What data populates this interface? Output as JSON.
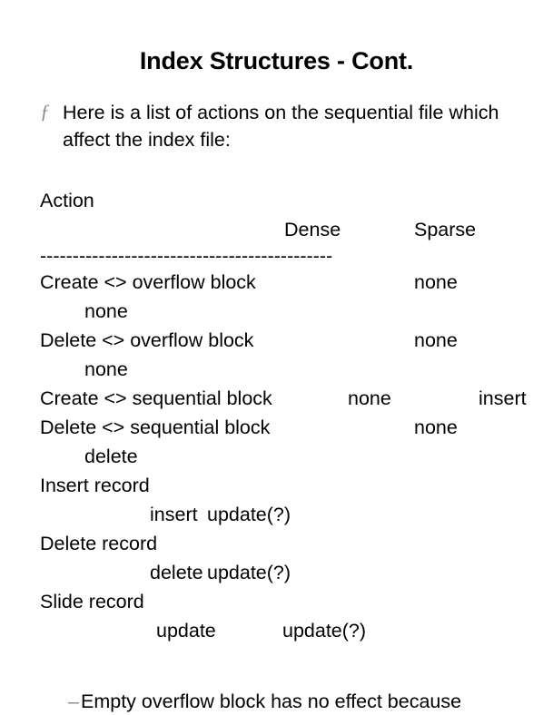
{
  "slide": {
    "title": "Index Structures - Cont.",
    "intro": {
      "bullet_glyph": "ƒ",
      "bullet_color": "#8c8c8c",
      "text": "Here is a list of actions on the sequential file which affect the index file:"
    },
    "table": {
      "header": {
        "action_label": "Action",
        "dense_label": "Dense",
        "sparse_label": "Sparse"
      },
      "separator": "---------------------------------------------",
      "rows": [
        {
          "action": "Create <> overflow block",
          "dense": "none",
          "sparse": "none",
          "wrapped": true
        },
        {
          "action": "Delete <> overflow block",
          "dense": "none",
          "sparse": "none",
          "wrapped": true
        },
        {
          "action": "Create <> sequential block",
          "dense": "none",
          "sparse": "insert",
          "wrapped": false
        },
        {
          "action": "Delete <> sequential block",
          "dense": "none",
          "sparse": "delete",
          "wrapped": true
        },
        {
          "action": "Insert record",
          "dense": "insert",
          "sparse": "update(?)",
          "wrapped": true
        },
        {
          "action": "Delete record",
          "dense": "delete",
          "sparse": "update(?)",
          "wrapped": true
        },
        {
          "action": "Slide record",
          "dense": "update",
          "sparse": "update(?)",
          "wrapped": true
        }
      ]
    },
    "sub_note": {
      "dash_glyph": "–",
      "dash_color": "#8c8c8c",
      "text": "Empty overflow block has no effect because"
    }
  }
}
